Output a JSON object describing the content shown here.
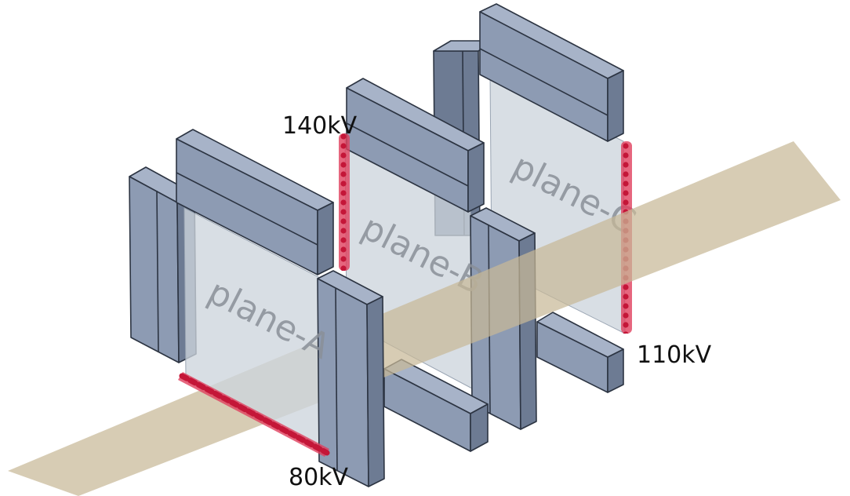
{
  "planes": [
    {
      "id": "A",
      "label": "plane-A"
    },
    {
      "id": "B",
      "label": "plane-B"
    },
    {
      "id": "C",
      "label": "plane-C"
    }
  ],
  "voltages": [
    {
      "id": "A",
      "label": "80kV"
    },
    {
      "id": "B",
      "label": "140kV"
    },
    {
      "id": "C",
      "label": "110kV"
    }
  ],
  "colors": {
    "block_front": "#8d9bb3",
    "block_side": "#6d7b93",
    "block_top": "#a7b3c8",
    "plane_fill": "#cdd5dc",
    "belt": "#c8b997",
    "source": "#e0405e",
    "source_dots": "#c41638",
    "edge": "#2c3442"
  }
}
